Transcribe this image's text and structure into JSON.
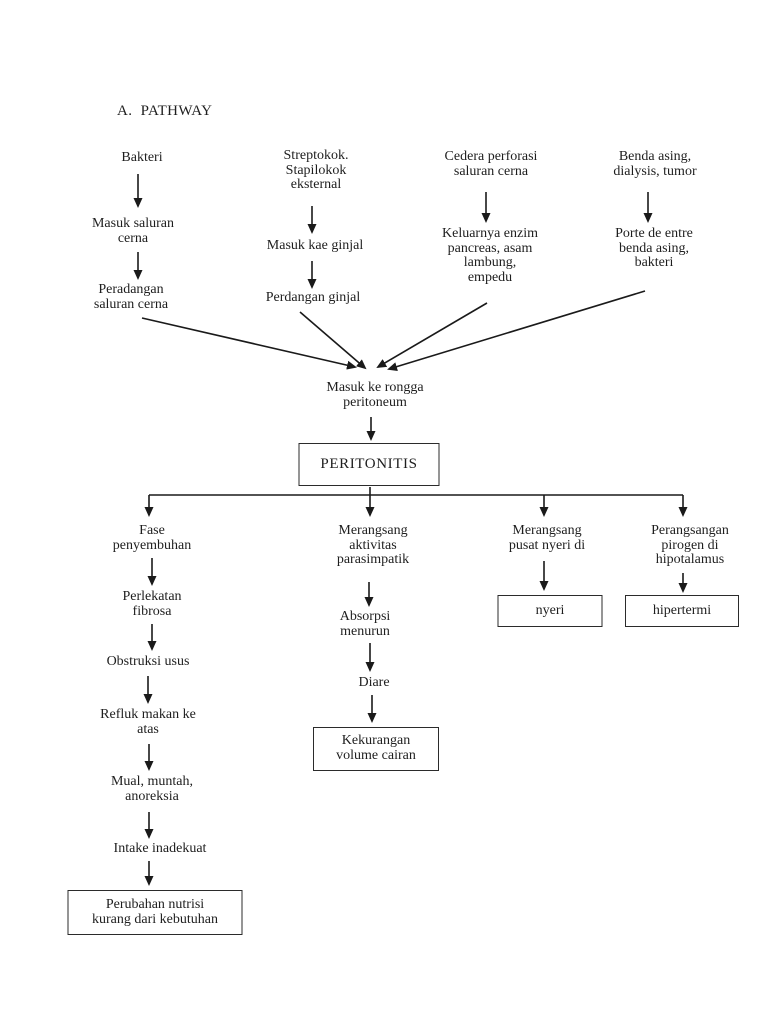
{
  "title": {
    "text": "A.  PATHWAY"
  },
  "nodes": {
    "bakteri": "Bakteri",
    "masuk_saluran_cerna": "Masuk saluran\ncerna",
    "peradangan_saluran_cerna": "Peradangan\nsaluran cerna",
    "streptokok": "Streptokok.\nStapilokok\neksternal",
    "masuk_kae_ginjal": "Masuk kae ginjal",
    "perdangan_ginjal": "Perdangan ginjal",
    "cedera_perforasi": "Cedera perforasi\nsaluran cerna",
    "keluarnya_enzim": "Keluarnya enzim\npancreas, asam\nlambung,\nempedu",
    "benda_asing": "Benda asing,\ndialysis, tumor",
    "porte_de_entre": "Porte de entre\nbenda asing,\nbakteri",
    "masuk_ke_rongga": "Masuk ke rongga\nperitoneum",
    "peritonitis": "PERITONITIS",
    "fase_penyembuhan": "Fase\npenyembuhan",
    "perlekatan_fibrosa": "Perlekatan\nfibrosa",
    "obstruksi_usus": "Obstruksi usus",
    "refluk_makan": "Refluk makan ke\natas",
    "mual_muntah": "Mual, muntah,\nanoreksia",
    "intake_inadekuat": "Intake inadekuat",
    "perubahan_nutrisi": "Perubahan nutrisi\nkurang dari kebutuhan",
    "merangsang_parasimpatik": "Merangsang\naktivitas\nparasimpatik",
    "absorpsi_menurun": "Absorpsi\nmenurun",
    "diare": "Diare",
    "kekurangan_volume": "Kekurangan\nvolume cairan",
    "merangsang_nyeri": "Merangsang\npusat nyeri di",
    "nyeri": "nyeri",
    "perangsangan_pirogen": "Perangsangan\npirogen di\nhipotalamus",
    "hipertermi": "hipertermi"
  },
  "colors": {
    "ink": "#1e1e1e",
    "line": "#1a1a1a",
    "page_background": "#ffffff"
  }
}
